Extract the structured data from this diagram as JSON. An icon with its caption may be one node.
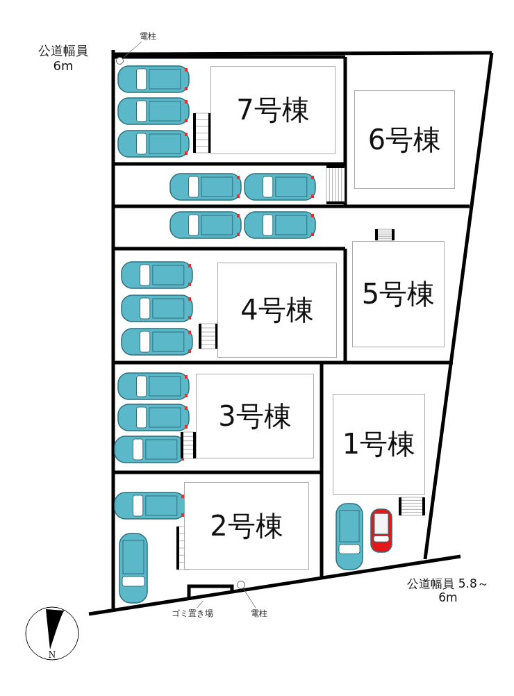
{
  "diagram": {
    "nodes": [
      {
        "text": [
          "電柱"
        ]
      },
      {
        "text": [],
        "shape": "circle"
      },
      {
        "text": [
          "7号棟"
        ]
      },
      {
        "text": [
          "6号棟"
        ]
      },
      {
        "text": [
          "4号棟"
        ]
      },
      {
        "text": [
          "5号棟"
        ]
      },
      {
        "text": [
          "3号棟"
        ]
      },
      {
        "text": [
          "1号棟"
        ]
      },
      {
        "text": [
          "2号棟"
        ]
      },
      {
        "text": [],
        "shape": "box"
      },
      {
        "text": [],
        "shape": "circle"
      },
      {
        "text": [
          "ゴミ置き場"
        ]
      },
      {
        "text": [
          "電柱"
        ]
      }
    ],
    "edges": [
      {
        "from": 0,
        "to": 1,
        "arrow": "none"
      },
      {
        "from": 11,
        "to": 9,
        "arrow": "none"
      },
      {
        "from": 12,
        "to": 10,
        "arrow": "none"
      }
    ],
    "labels": [
      "公道幅員 6m",
      "公道幅員 5.8～6m",
      "N"
    ]
  }
}
